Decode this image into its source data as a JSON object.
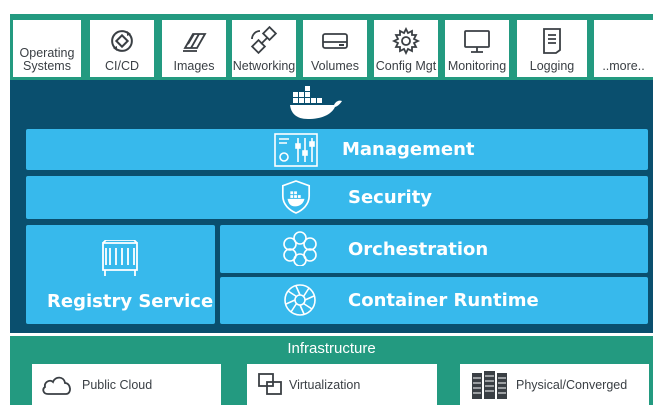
{
  "plugins": [
    {
      "label": "Operating Systems",
      "icon": "operating-systems-icon"
    },
    {
      "label": "CI/CD",
      "icon": "ci-cd-cycle-icon"
    },
    {
      "label": "Images",
      "icon": "images-stack-icon"
    },
    {
      "label": "Networking",
      "icon": "networking-satellite-icon"
    },
    {
      "label": "Volumes",
      "icon": "volume-disk-icon"
    },
    {
      "label": "Config Mgt",
      "icon": "gear-icon"
    },
    {
      "label": "Monitoring",
      "icon": "monitor-icon"
    },
    {
      "label": "Logging",
      "icon": "document-log-icon"
    },
    {
      "label": "..more..",
      "icon": ""
    }
  ],
  "engine": {
    "logo": "docker-whale-icon",
    "management": "Management",
    "security": "Security",
    "registry": "Registry Service",
    "orchestration": "Orchestration",
    "runtime": "Container Runtime"
  },
  "infrastructure": {
    "title": "Infrastructure",
    "items": [
      {
        "label": "Public Cloud",
        "icon": "cloud-icon"
      },
      {
        "label": "Virtualization",
        "icon": "virtualization-squares-icon"
      },
      {
        "label": "Physical/Converged",
        "icon": "server-rack-icon"
      }
    ]
  },
  "colors": {
    "teal": "#239a80",
    "navy": "#0a4f6e",
    "sky": "#37b9ec",
    "icon_stroke": "#3a3f44"
  }
}
